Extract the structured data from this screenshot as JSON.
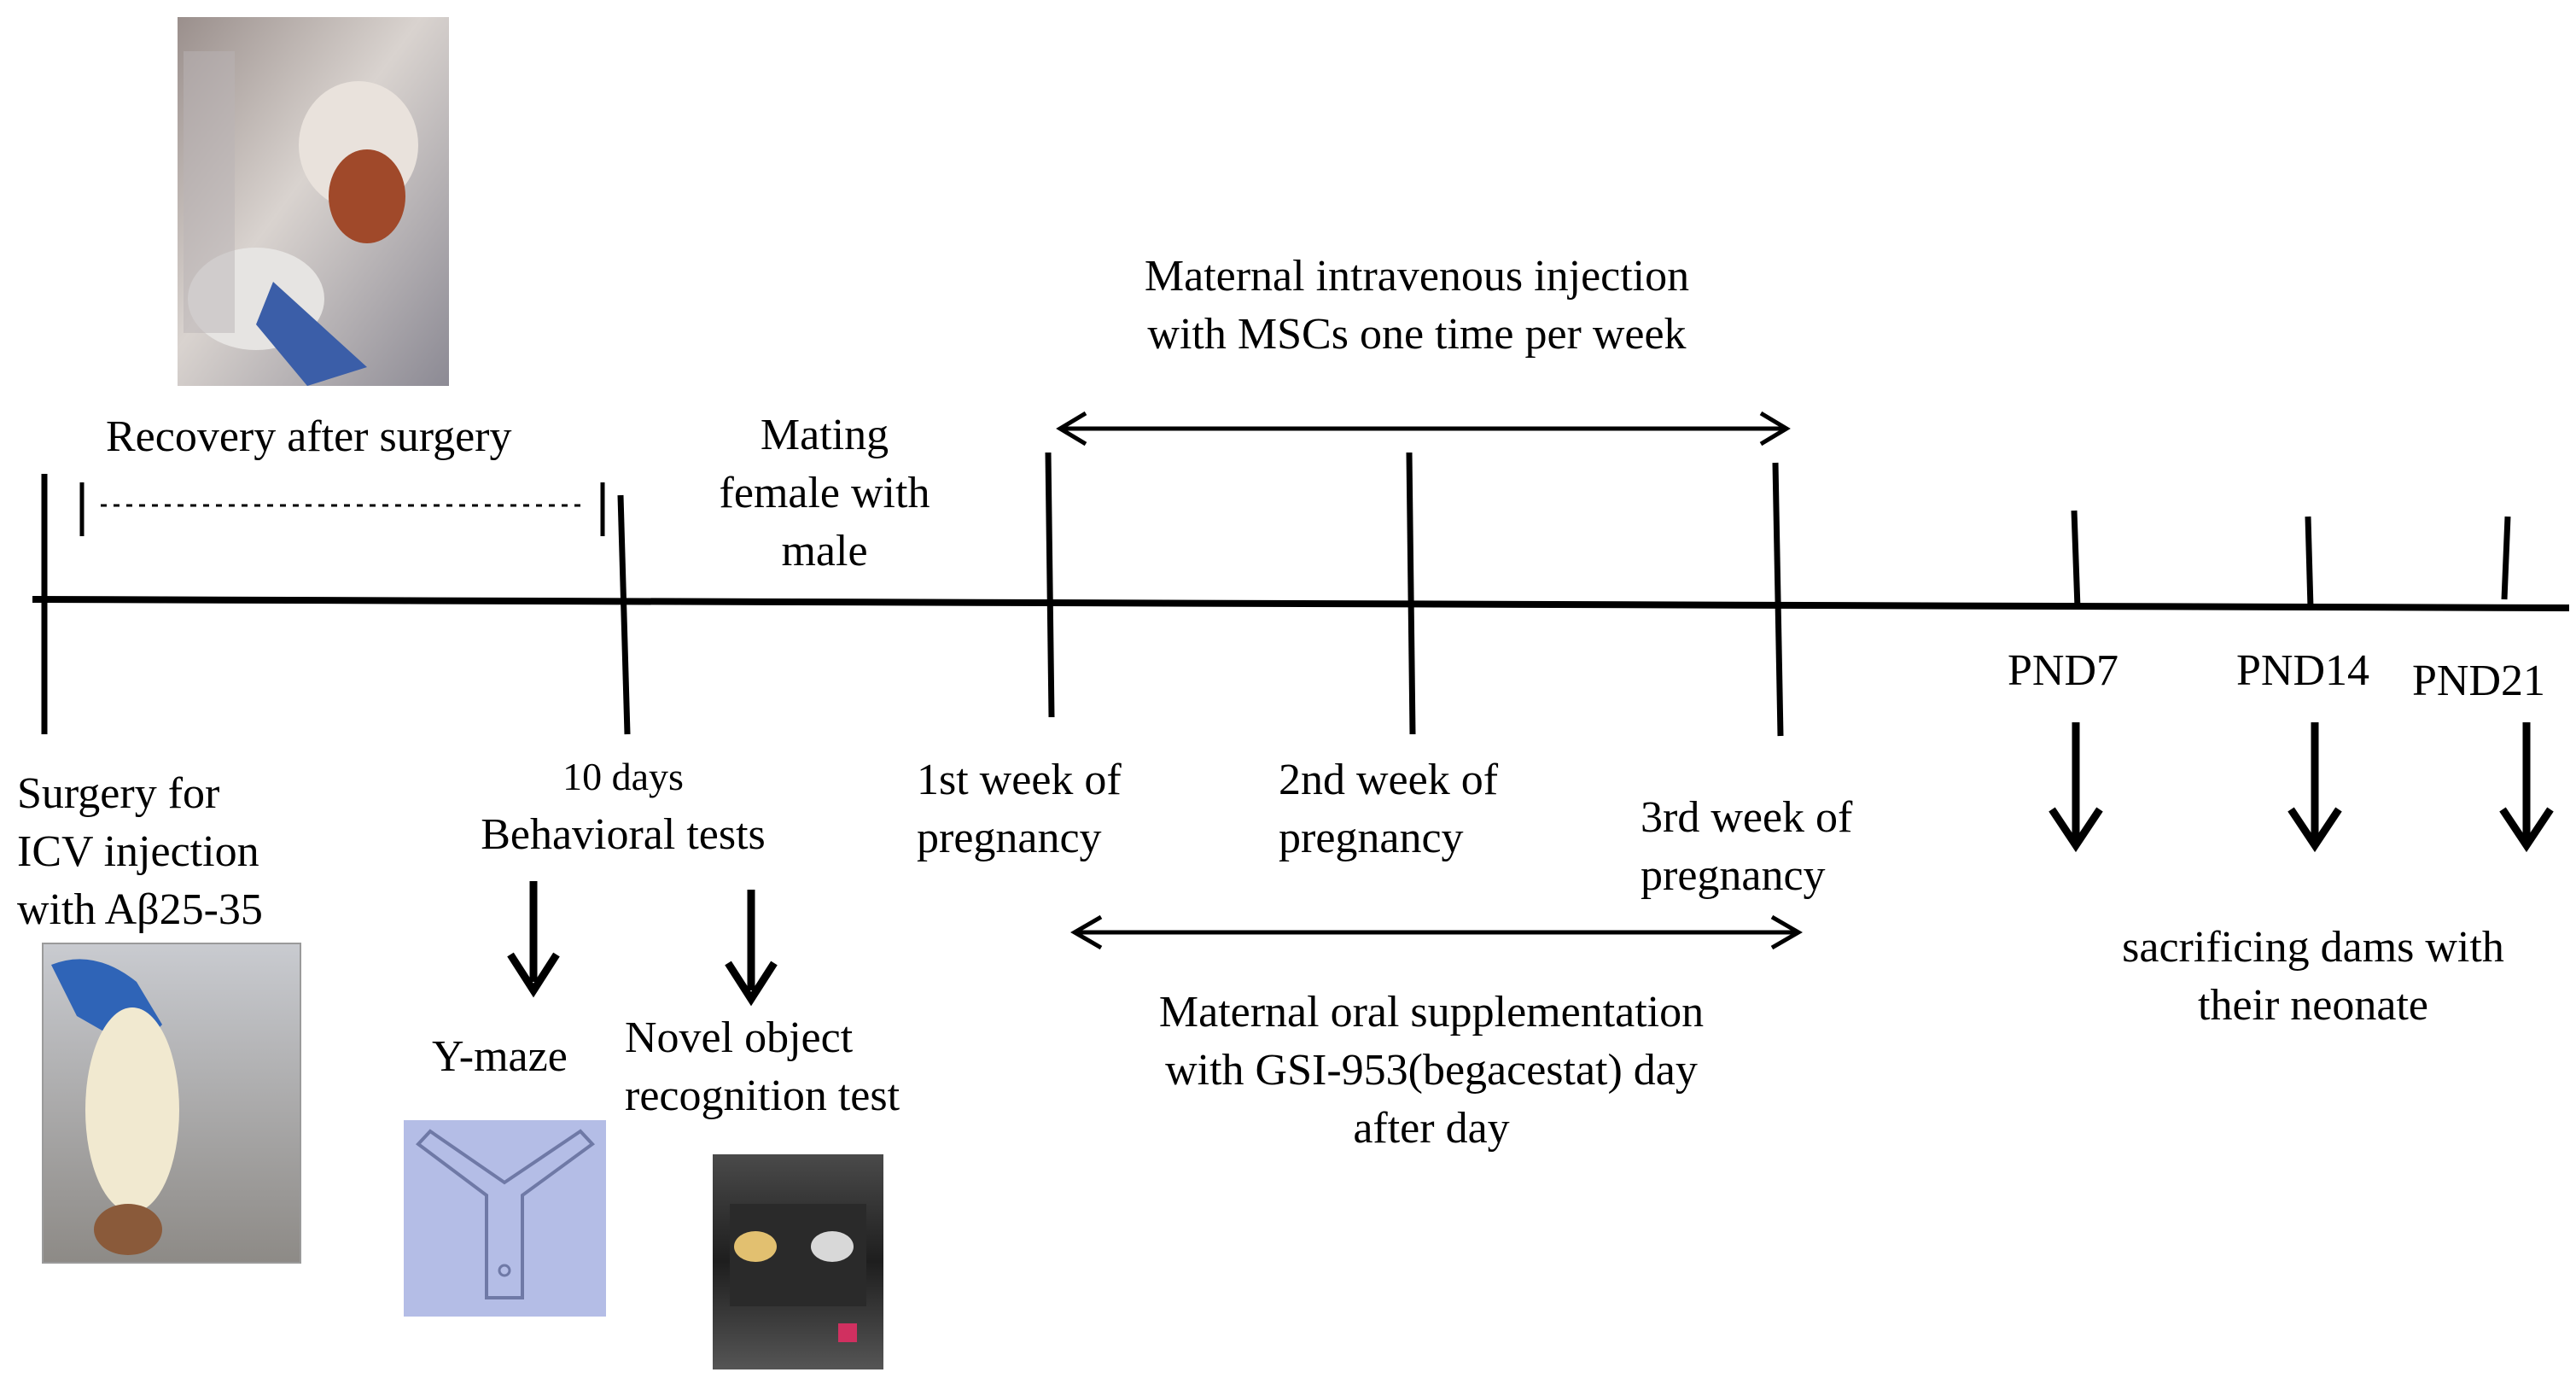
{
  "recovery": {
    "label": "Recovery after  surgery"
  },
  "mating": {
    "lines": [
      "Mating",
      "female  with",
      "male"
    ]
  },
  "msc_injection": {
    "lines": [
      "Maternal intravenous injection",
      "with MSCs one time per week"
    ]
  },
  "surgery": {
    "lines": [
      "Surgery for",
      "ICV injection",
      "with Aβ25-35"
    ]
  },
  "behavioral": {
    "lines": [
      "10 days",
      "Behavioral tests"
    ]
  },
  "ymaze": {
    "label": "Y-maze"
  },
  "novel_object": {
    "lines": [
      "Novel object",
      "recognition test"
    ]
  },
  "week1": {
    "lines": [
      "1st week of",
      "pregnancy"
    ]
  },
  "week2": {
    "lines": [
      "2nd week of",
      "pregnancy"
    ]
  },
  "week3": {
    "lines": [
      "3rd week of",
      "pregnancy"
    ]
  },
  "oral_supp": {
    "lines": [
      "Maternal oral supplementation",
      "with GSI-953(begacestat) day",
      "after day"
    ]
  },
  "pnd": {
    "pnd7": "PND7",
    "pnd14": "PND14",
    "pnd21": "PND21"
  },
  "sacrifice": {
    "lines": [
      "sacrificing dams with",
      "their neonate"
    ]
  },
  "colors": {
    "line": "#000000",
    "ymaze_fill": "#b4bde6",
    "ymaze_stroke": "#6f79a6"
  }
}
